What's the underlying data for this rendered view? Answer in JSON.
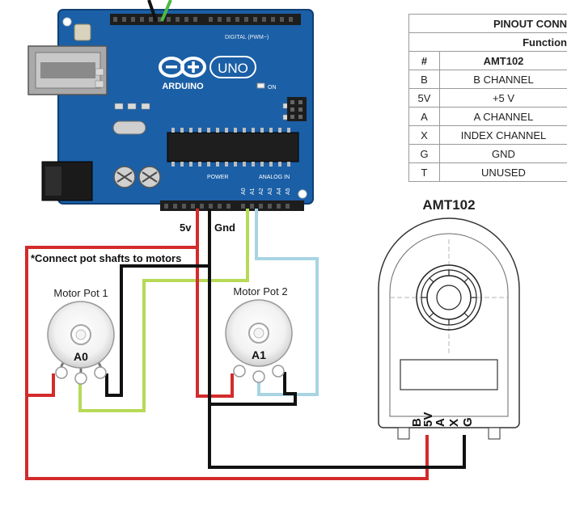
{
  "arduino": {
    "brand": "ARDUINO",
    "model": "UNO",
    "digital_label": "DIGITAL (PWM~)",
    "power_label": "POWER",
    "analog_label": "ANALOG IN",
    "on_label": "ON",
    "pins_analog": [
      "A0",
      "A1",
      "A2",
      "A3",
      "A4",
      "A5"
    ]
  },
  "wire_labels": {
    "five_volt": "5v",
    "ground": "Gnd"
  },
  "note": "*Connect pot shafts to motors",
  "pots": [
    {
      "title": "Motor Pot 1",
      "pin": "A0"
    },
    {
      "title": "Motor Pot 2",
      "pin": "A1"
    }
  ],
  "encoder": {
    "title": "AMT102",
    "pins": [
      "B",
      "5V",
      "A",
      "X",
      "G"
    ]
  },
  "pinout_table": {
    "title": "PINOUT CONN",
    "subtitle": "Function",
    "headers": [
      "#",
      "AMT102"
    ],
    "rows": [
      {
        "pin": "B",
        "function": "B CHANNEL"
      },
      {
        "pin": "5V",
        "function": "+5 V"
      },
      {
        "pin": "A",
        "function": "A CHANNEL"
      },
      {
        "pin": "X",
        "function": "INDEX CHANNEL"
      },
      {
        "pin": "G",
        "function": "GND"
      },
      {
        "pin": "T",
        "function": "UNUSED"
      }
    ]
  },
  "colors": {
    "board": "#1b5fa6",
    "wire_5v": "#d32b2b",
    "wire_gnd": "#111111",
    "wire_a0": "#b7d957",
    "wire_a1": "#a8d4e4",
    "wire_top_green": "#4db845"
  }
}
